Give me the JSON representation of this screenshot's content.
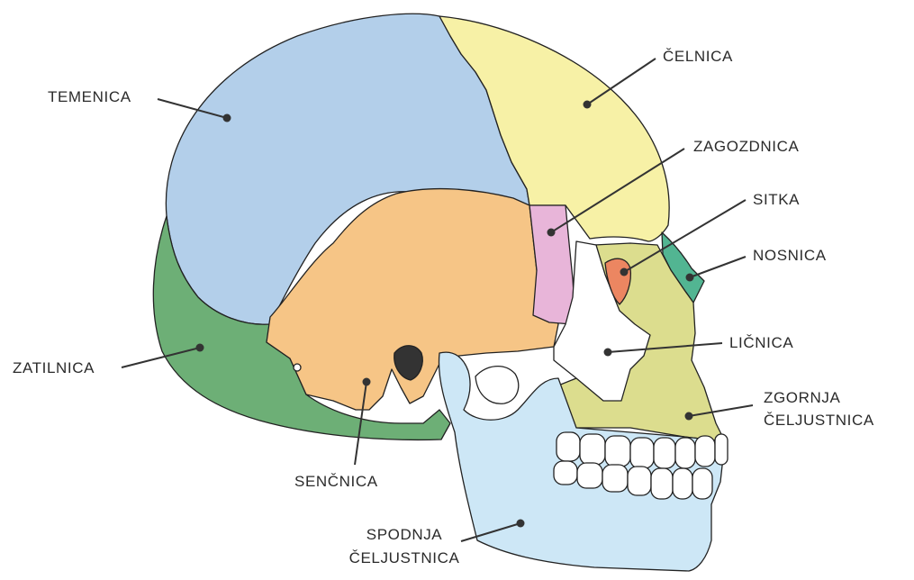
{
  "labels": {
    "parietal": "TEMENICA",
    "frontal": "ČELNICA",
    "sphenoid": "ZAGOZDNICA",
    "ethmoid": "SITKA",
    "nasal": "NOSNICA",
    "zygomatic": "LIČNICA",
    "maxilla_line1": "ZGORNJA",
    "maxilla_line2": "ČELJUSTNICA",
    "occipital": "ZATILNICA",
    "temporal": "SENČNICA",
    "mandible_line1": "SPODNJA",
    "mandible_line2": "ČELJUSTNICA"
  },
  "colors": {
    "parietal": "#b3cfea",
    "frontal": "#f7f1a6",
    "sphenoid": "#e8b5d9",
    "ethmoid": "#ec8661",
    "nasal": "#52b592",
    "zygomatic": "#ffffff",
    "maxilla": "#dcdd8e",
    "occipital": "#6daf76",
    "temporal": "#f6c586",
    "mandible": "#cde7f6",
    "teeth": "#ffffff",
    "outline": "#222222",
    "leader": "#333333"
  }
}
